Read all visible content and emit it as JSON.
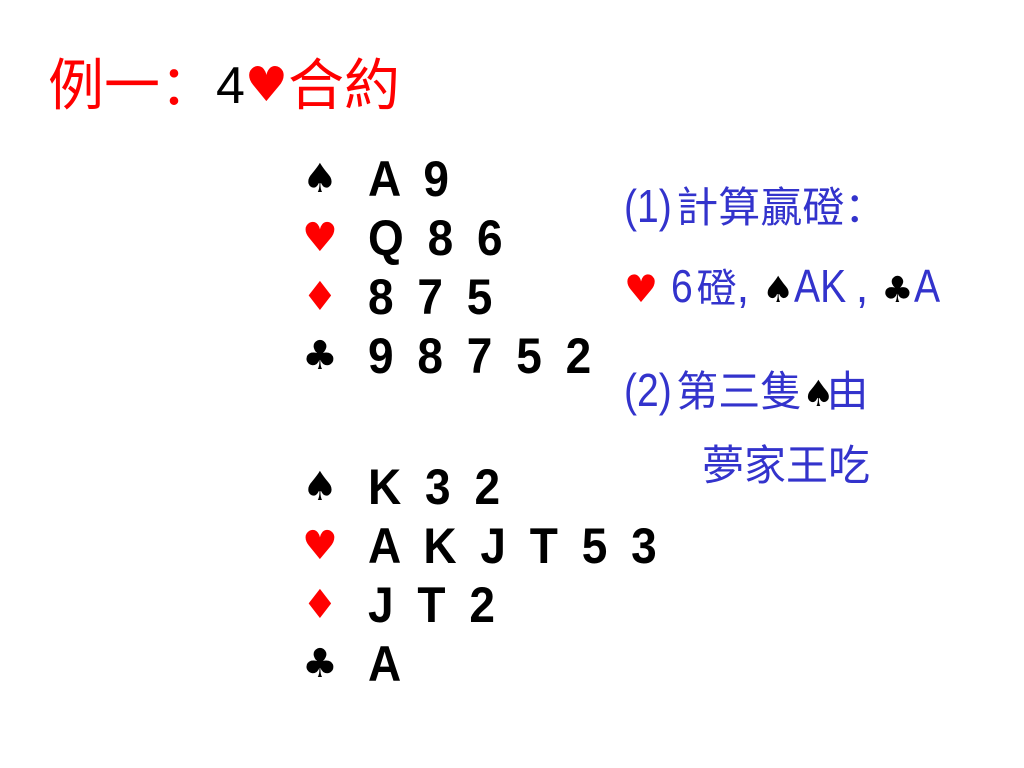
{
  "title": {
    "prefix": "例一：",
    "level": "4",
    "suit_symbol": "♥",
    "suffix": "合約"
  },
  "north_hand": [
    {
      "suit": "spade",
      "symbol": "♠",
      "color": "#000000",
      "cards": "A 9"
    },
    {
      "suit": "heart",
      "symbol": "♥",
      "color": "#ff0000",
      "cards": "Q 8 6"
    },
    {
      "suit": "diamond",
      "symbol": "♦",
      "color": "#ff0000",
      "cards": "8 7 5"
    },
    {
      "suit": "club",
      "symbol": "♣",
      "color": "#000000",
      "cards": "9 8 7 5 2"
    }
  ],
  "south_hand": [
    {
      "suit": "spade",
      "symbol": "♠",
      "color": "#000000",
      "cards": "K 3 2"
    },
    {
      "suit": "heart",
      "symbol": "♥",
      "color": "#ff0000",
      "cards": "A K J T 5 3"
    },
    {
      "suit": "diamond",
      "symbol": "♦",
      "color": "#ff0000",
      "cards": "J T 2"
    },
    {
      "suit": "club",
      "symbol": "♣",
      "color": "#000000",
      "cards": "A"
    }
  ],
  "notes": {
    "note1_label": "(1)",
    "note1_text": "計算贏磴：",
    "note1_heart_symbol": "♥",
    "note1_heart_tricks": "6",
    "note1_trick_word": "磴",
    "note1_sep1": ",",
    "note1_spade_symbol": "♠",
    "note1_spade_tricks": "AK",
    "note1_sep2": ",",
    "note1_club_symbol": "♣",
    "note1_club_tricks": "A",
    "note2_label": "(2)",
    "note2_text_a": "第三隻",
    "note2_spade_symbol": "♠",
    "note2_text_b": "由",
    "note2_text_c": "夢家王吃"
  },
  "colors": {
    "title_red": "#ff0000",
    "note_blue": "#3333cc",
    "black": "#000000",
    "red_suit": "#ff0000"
  }
}
